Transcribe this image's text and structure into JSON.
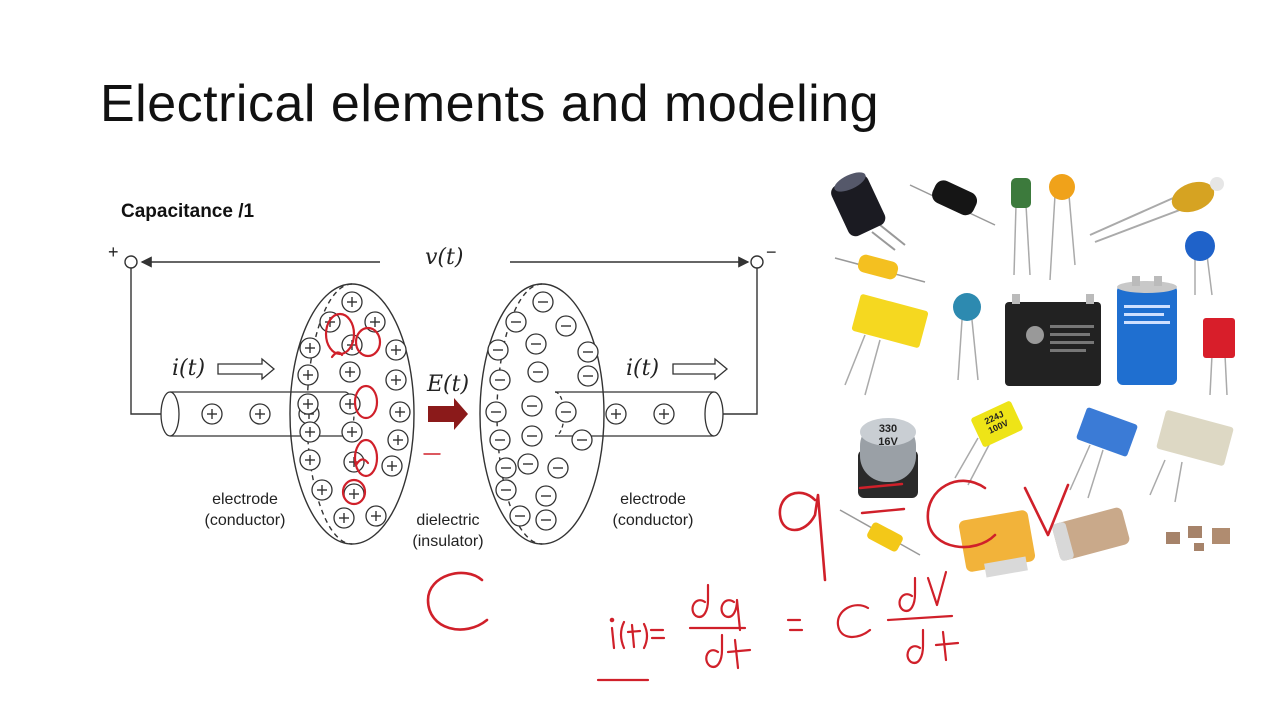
{
  "slide": {
    "title": "Electrical elements and modeling",
    "subtitle": "Capacitance /1"
  },
  "diagram": {
    "voltage_label": "v(t)",
    "current_label_left": "i(t)",
    "current_label_right": "i(t)",
    "field_label": "E(t)",
    "plus_terminal": "+",
    "minus_terminal": "−",
    "electrode_left": [
      "electrode",
      "(conductor)"
    ],
    "dielectric": [
      "dielectric",
      "(insulator)"
    ],
    "electrode_right": [
      "electrode",
      "(conductor)"
    ]
  },
  "photo_labels": {
    "smd_cap": [
      "330",
      "16V"
    ],
    "film_cap": [
      "224J",
      "100V"
    ]
  },
  "colors": {
    "ink": "#d0202a",
    "arrow_fill": "#8b1a1a",
    "text": "#111111"
  }
}
